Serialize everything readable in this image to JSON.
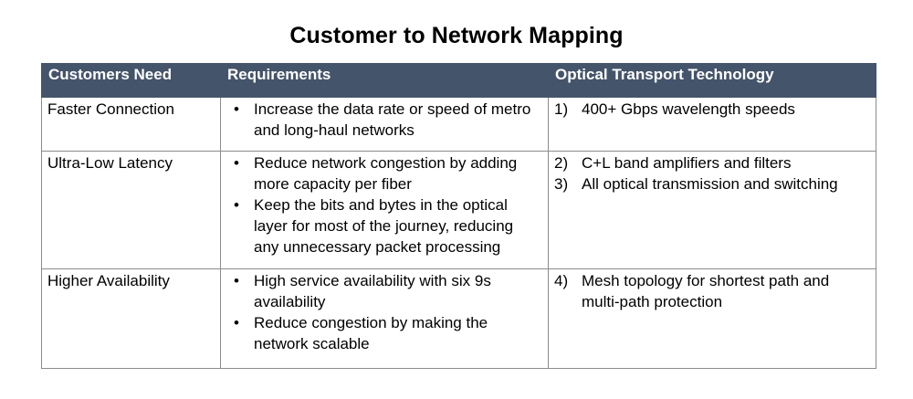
{
  "title": "Customer to Network Mapping",
  "table": {
    "headers": [
      "Customers Need",
      "Requirements",
      "Optical Transport Technology"
    ],
    "rows": [
      {
        "need": "Faster Connection",
        "requirements": [
          "Increase the data rate or speed of metro and long-haul networks"
        ],
        "technology": [
          {
            "num": "1)",
            "text": "400+ Gbps wavelength speeds"
          }
        ]
      },
      {
        "need": "Ultra-Low Latency",
        "requirements": [
          "Reduce network congestion by adding more capacity per fiber",
          "Keep the bits and bytes in the optical layer for most of the journey, reducing any unnecessary packet processing"
        ],
        "technology": [
          {
            "num": "2)",
            "text": "C+L band amplifiers and filters"
          },
          {
            "num": "3)",
            "text": "All optical transmission and switching"
          }
        ]
      },
      {
        "need": "Higher Availability",
        "requirements": [
          "High service availability with six 9s availability",
          "Reduce congestion by making the network scalable"
        ],
        "technology": [
          {
            "num": "4)",
            "text": "Mesh topology for shortest path and multi-path protection"
          }
        ]
      }
    ]
  },
  "styles": {
    "header_bg": "#44546a",
    "header_text": "#ffffff",
    "grid_border": "#8c8c8c"
  },
  "icons": {
    "bullet": "•"
  }
}
